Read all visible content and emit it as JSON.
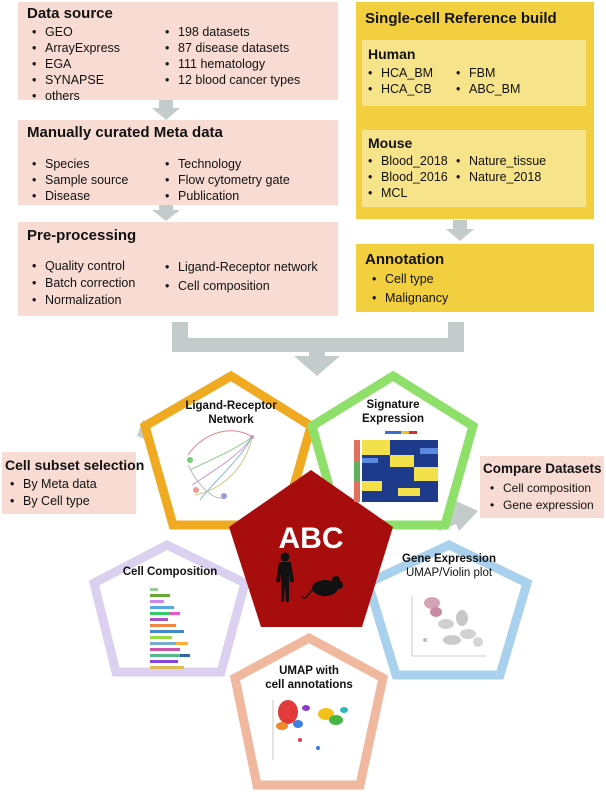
{
  "data_source": {
    "title": "Data source",
    "col1": [
      "GEO",
      "ArrayExpress",
      "EGA",
      "SYNAPSE",
      "others"
    ],
    "col2": [
      "198 datasets",
      "87 disease datasets",
      "111 hematology",
      "12 blood cancer types"
    ]
  },
  "meta": {
    "title": "Manually curated Meta data",
    "col1": [
      "Species",
      "Sample source",
      "Disease"
    ],
    "col2": [
      "Technology",
      "Flow cytometry gate",
      "Publication"
    ]
  },
  "preprocessing": {
    "title": "Pre-processing",
    "col1": [
      "Quality control",
      "Batch correction",
      "Normalization"
    ],
    "col2": [
      "Ligand-Receptor network",
      "Cell composition"
    ]
  },
  "reference": {
    "title": "Single-cell Reference build",
    "human": {
      "title": "Human",
      "col1": [
        "HCA_BM",
        "HCA_CB"
      ],
      "col2": [
        "FBM",
        "ABC_BM"
      ]
    },
    "mouse": {
      "title": "Mouse",
      "col1": [
        "Blood_2018",
        "Blood_2016",
        "MCL"
      ],
      "col2": [
        "Nature_tissue",
        "Nature_2018"
      ]
    }
  },
  "annotation": {
    "title": "Annotation",
    "items": [
      "Cell type",
      "Malignancy"
    ]
  },
  "cell_subset": {
    "title": "Cell subset selection",
    "items": [
      "By Meta data",
      "By Cell type"
    ]
  },
  "compare": {
    "title": "Compare Datasets",
    "items": [
      "Cell composition",
      "Gene expression"
    ]
  },
  "center": {
    "label": "ABC"
  },
  "modules": {
    "ligand": {
      "line1": "Ligand-Receptor",
      "line2": "Network"
    },
    "signature": {
      "line1": "Signature",
      "line2": "Expression"
    },
    "composition": {
      "line1": "Cell Composition"
    },
    "gene": {
      "line1": "Gene Expression",
      "line2": "UMAP/Violin plot"
    },
    "umap": {
      "line1": "UMAP with",
      "line2": "cell annotations"
    }
  },
  "colors": {
    "pink_box": "#f8dcd3",
    "gold_box": "#f2cf3f",
    "light_gold": "#f7e38a",
    "arrow_gray": "#c4cbcb",
    "center_red": "#a80d0d",
    "ligand_orange": "#efaa22",
    "signature_green": "#8fe06a",
    "composition_lavender": "#dcd0f0",
    "gene_blue": "#a9d1ee",
    "umap_salmon": "#f0b89e"
  }
}
